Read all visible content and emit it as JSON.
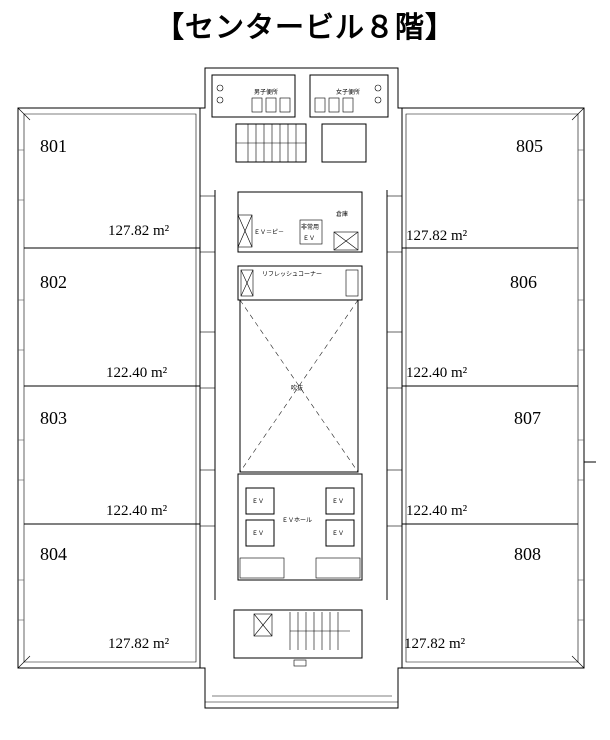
{
  "title": "【センタービル８階】",
  "rooms": [
    {
      "id": "801",
      "area": "127.82 m²"
    },
    {
      "id": "802",
      "area": "122.40 m²"
    },
    {
      "id": "803",
      "area": "122.40 m²"
    },
    {
      "id": "804",
      "area": "127.82 m²"
    },
    {
      "id": "805",
      "area": "127.82 m²"
    },
    {
      "id": "806",
      "area": "122.40 m²"
    },
    {
      "id": "807",
      "area": "122.40 m²"
    },
    {
      "id": "808",
      "area": "127.82 m²"
    }
  ],
  "labels": {
    "mens_toilet": "男子便所",
    "womens_toilet": "女子便所",
    "ev_machine": "ＥＶ＝ピ－",
    "storage": "倉庫",
    "nonpublic": "非常用",
    "ev": "ＥＶ",
    "refresh_corner": "リフレッシュコーナー",
    "void": "吹抜",
    "ev_hall": "ＥＶホール"
  }
}
